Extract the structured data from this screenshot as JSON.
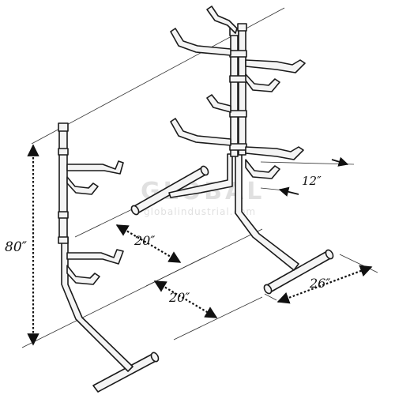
{
  "diagram": {
    "dimensions": {
      "height_label": "80″",
      "width_front_label": "20″",
      "width_back_label": "20″",
      "base_label": "26″",
      "arm_label": "12″"
    },
    "watermark": {
      "brand": "GLOBAL",
      "site": "globalindustrial.com"
    },
    "colors": {
      "line": "#1a1a1a",
      "fill": "#f4f4f4",
      "guide": "#333333",
      "background": "#ffffff"
    }
  }
}
